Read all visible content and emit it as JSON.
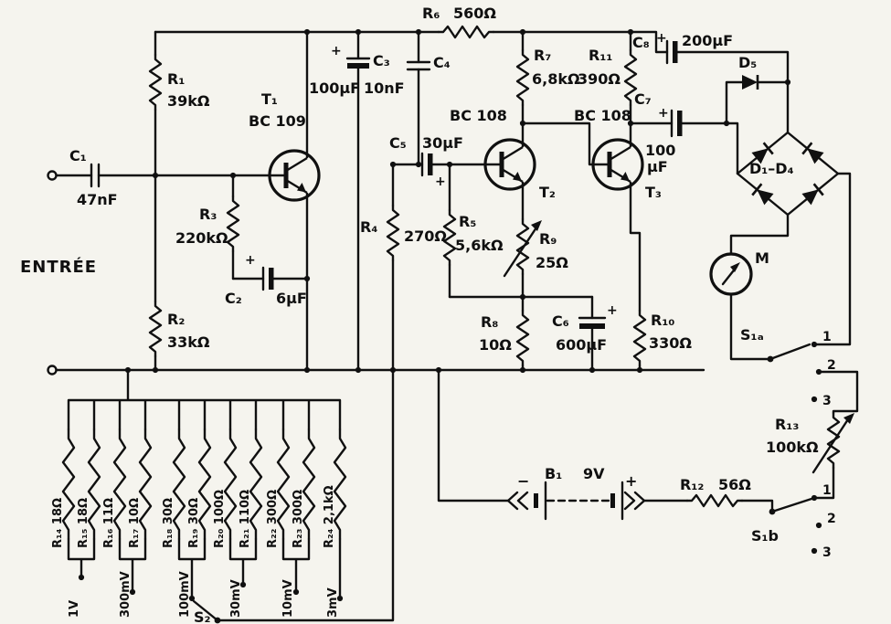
{
  "diagram": {
    "background": "#f5f4ee",
    "ink": "#101010",
    "input_label": "ENTRÉE",
    "plus": "+",
    "minus": "−"
  },
  "components": {
    "R1": {
      "ref": "R₁",
      "val": "39kΩ"
    },
    "R2": {
      "ref": "R₂",
      "val": "33kΩ"
    },
    "R3": {
      "ref": "R₃",
      "val": "220kΩ"
    },
    "R4": {
      "ref": "R₄",
      "val": "270Ω"
    },
    "R5": {
      "ref": "R₅",
      "val": "5,6kΩ"
    },
    "R6": {
      "ref": "R₆",
      "val": "560Ω"
    },
    "R7": {
      "ref": "R₇",
      "val": "6,8kΩ"
    },
    "R8": {
      "ref": "R₈",
      "val": "10Ω"
    },
    "R9": {
      "ref": "R₉",
      "val": "25Ω"
    },
    "R10": {
      "ref": "R₁₀",
      "val": "330Ω"
    },
    "R11": {
      "ref": "R₁₁",
      "val": "390Ω"
    },
    "R12": {
      "ref": "R₁₂",
      "val": "56Ω"
    },
    "R13": {
      "ref": "R₁₃",
      "val": "100kΩ"
    },
    "C1": {
      "ref": "C₁",
      "val": "47nF"
    },
    "C2": {
      "ref": "C₂",
      "val": "6µF"
    },
    "C3": {
      "ref": "C₃",
      "val": "100µF"
    },
    "C4": {
      "ref": "C₄",
      "val": "10nF"
    },
    "C5": {
      "ref": "C₅",
      "val": "30µF"
    },
    "C6": {
      "ref": "C₆",
      "val": "600µF"
    },
    "C7": {
      "ref": "C₇",
      "val": "100",
      "unit": "µF"
    },
    "C8": {
      "ref": "C₈",
      "val": "200µF"
    },
    "T1": {
      "ref": "T₁",
      "type": "BC 109"
    },
    "T2": {
      "ref": "T₂",
      "type": "BC 108"
    },
    "T3": {
      "ref": "T₃",
      "type": "BC 108"
    },
    "D5": {
      "ref": "D₅"
    },
    "D_bridge": {
      "ref": "D₁–D₄"
    },
    "B1": {
      "ref": "B₁",
      "val": "9V"
    },
    "M": {
      "ref": "M"
    },
    "S1a": {
      "ref": "S₁ₐ"
    },
    "S1b": {
      "ref": "S₁b"
    },
    "S2": {
      "ref": "S₂"
    }
  },
  "attenuator": [
    "R₁₄ 18Ω",
    "R₁₅ 18Ω",
    "R₁₆ 11Ω",
    "R₁₇ 10Ω",
    "R₁₈ 30Ω",
    "R₁₉ 30Ω",
    "R₂₀ 100Ω",
    "R₂₁ 110Ω",
    "R₂₂ 300Ω",
    "R₂₃ 300Ω",
    "R₂₄ 2,1kΩ"
  ],
  "taps": [
    "1V",
    "300mV",
    "100mV",
    "30mV",
    "10mV",
    "3mV"
  ],
  "switch_positions": [
    "1",
    "2",
    "3"
  ]
}
